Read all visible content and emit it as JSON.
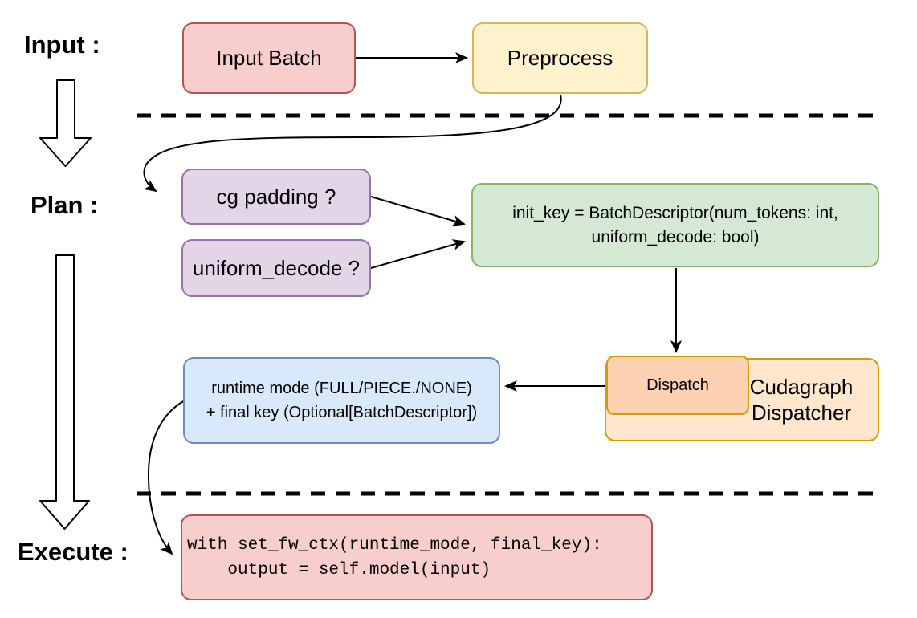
{
  "section_labels": {
    "input": "Input :",
    "plan": "Plan :",
    "execute": "Execute :"
  },
  "nodes": {
    "input_batch": {
      "label": "Input Batch",
      "fill": "#f8cecc",
      "stroke": "#b85450"
    },
    "preprocess": {
      "label": "Preprocess",
      "fill": "#fff2cc",
      "stroke": "#d6b656"
    },
    "cg_padding": {
      "label": "cg padding ?",
      "fill": "#e1d5e7",
      "stroke": "#9673a6"
    },
    "uniform_decode": {
      "label": "uniform_decode ?",
      "fill": "#e1d5e7",
      "stroke": "#9673a6"
    },
    "init_key": {
      "line1": "init_key = BatchDescriptor(num_tokens: int,",
      "line2": "uniform_decode: bool)",
      "fill": "#d5e8d4",
      "stroke": "#82b366"
    },
    "cudagraph_dispatcher": {
      "line1": "Cudagraph",
      "line2": "Dispatcher",
      "fill": "#ffe6cc",
      "stroke": "#d79b00"
    },
    "dispatch": {
      "label": "Dispatch",
      "fill": "#fcd2b3",
      "stroke": "#d79b00"
    },
    "runtime_mode": {
      "line1": "runtime mode (FULL/PIECE./NONE)",
      "line2": "+ final key (Optional[BatchDescriptor])",
      "fill": "#dae8fc",
      "stroke": "#6c8ebf"
    },
    "execute_code": {
      "line1": "with set_fw_ctx(runtime_mode, final_key):",
      "line2": "    output = self.model(input)",
      "fill": "#f8cecc",
      "stroke": "#b85450"
    }
  },
  "connectors": {
    "color": "#000000",
    "divider_color": "#000000"
  }
}
